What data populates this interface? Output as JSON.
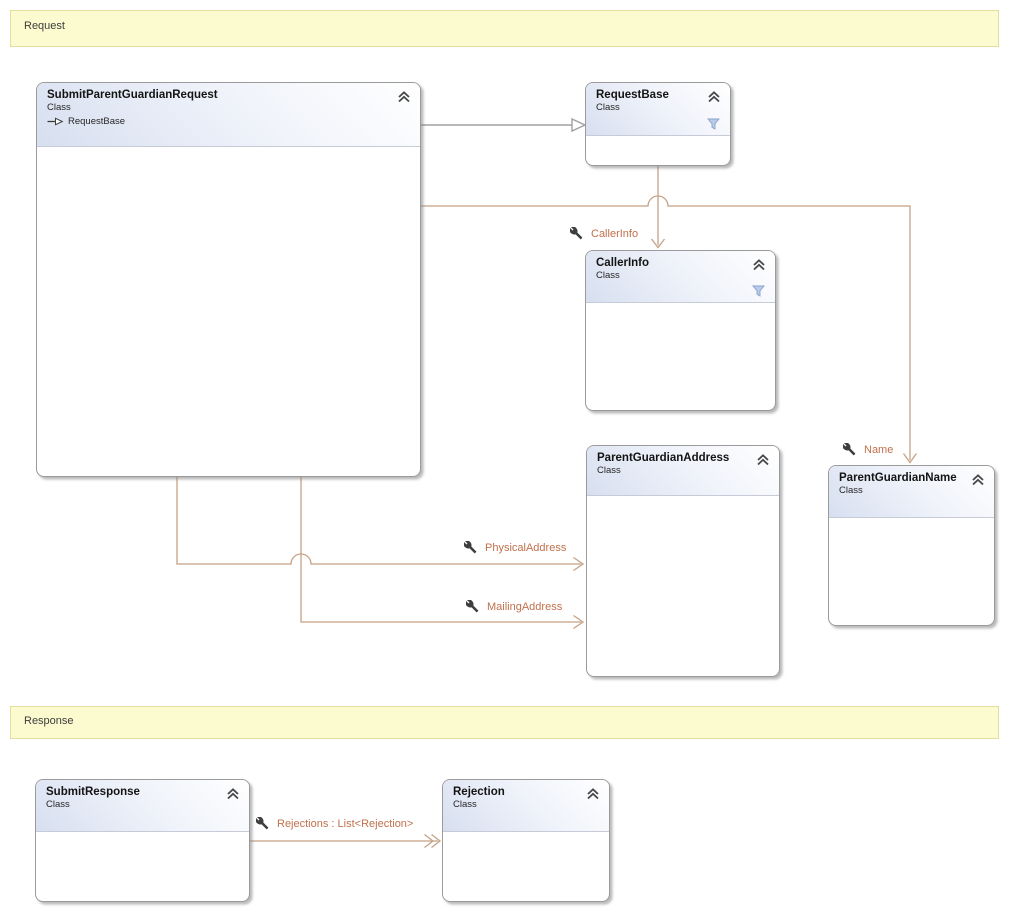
{
  "lanes": [
    {
      "label": "Request"
    },
    {
      "label": "Response"
    }
  ],
  "classes": [
    {
      "name": "SubmitParentGuardianRequest",
      "stereotype": "Class",
      "inherits": "RequestBase"
    },
    {
      "name": "RequestBase",
      "stereotype": "Class"
    },
    {
      "name": "CallerInfo",
      "stereotype": "Class"
    },
    {
      "name": "ParentGuardianAddress",
      "stereotype": "Class"
    },
    {
      "name": "ParentGuardianName",
      "stereotype": "Class"
    },
    {
      "name": "SubmitResponse",
      "stereotype": "Class"
    },
    {
      "name": "Rejection",
      "stereotype": "Class"
    }
  ],
  "associations": [
    {
      "label": "CallerInfo",
      "from": "RequestBase",
      "to": "CallerInfo"
    },
    {
      "label": "Name",
      "from": "SubmitParentGuardianRequest",
      "to": "ParentGuardianName"
    },
    {
      "label": "PhysicalAddress",
      "from": "SubmitParentGuardianRequest",
      "to": "ParentGuardianAddress"
    },
    {
      "label": "MailingAddress",
      "from": "SubmitParentGuardianRequest",
      "to": "ParentGuardianAddress"
    },
    {
      "label": "Rejections : List<Rejection>",
      "from": "SubmitResponse",
      "to": "Rejection"
    }
  ],
  "inheritance": [
    {
      "from": "SubmitParentGuardianRequest",
      "to": "RequestBase"
    }
  ],
  "icons": {
    "collapse": "double-chevron-up-icon",
    "filter": "funnel-icon",
    "association": "wrench-icon",
    "inherits": "open-triangle-arrow-icon"
  },
  "colors": {
    "association_line": "#c5a185",
    "association_label": "#c0704c",
    "inheritance_line": "#a0a0a0",
    "lane_fill": "#fcfbcf",
    "lane_border": "#e2dea0",
    "box_border": "#9b9b9b",
    "header_gradient_end": "#d7dff0",
    "wrench": "#3e3e3e",
    "funnel": "#b9cbe8"
  }
}
